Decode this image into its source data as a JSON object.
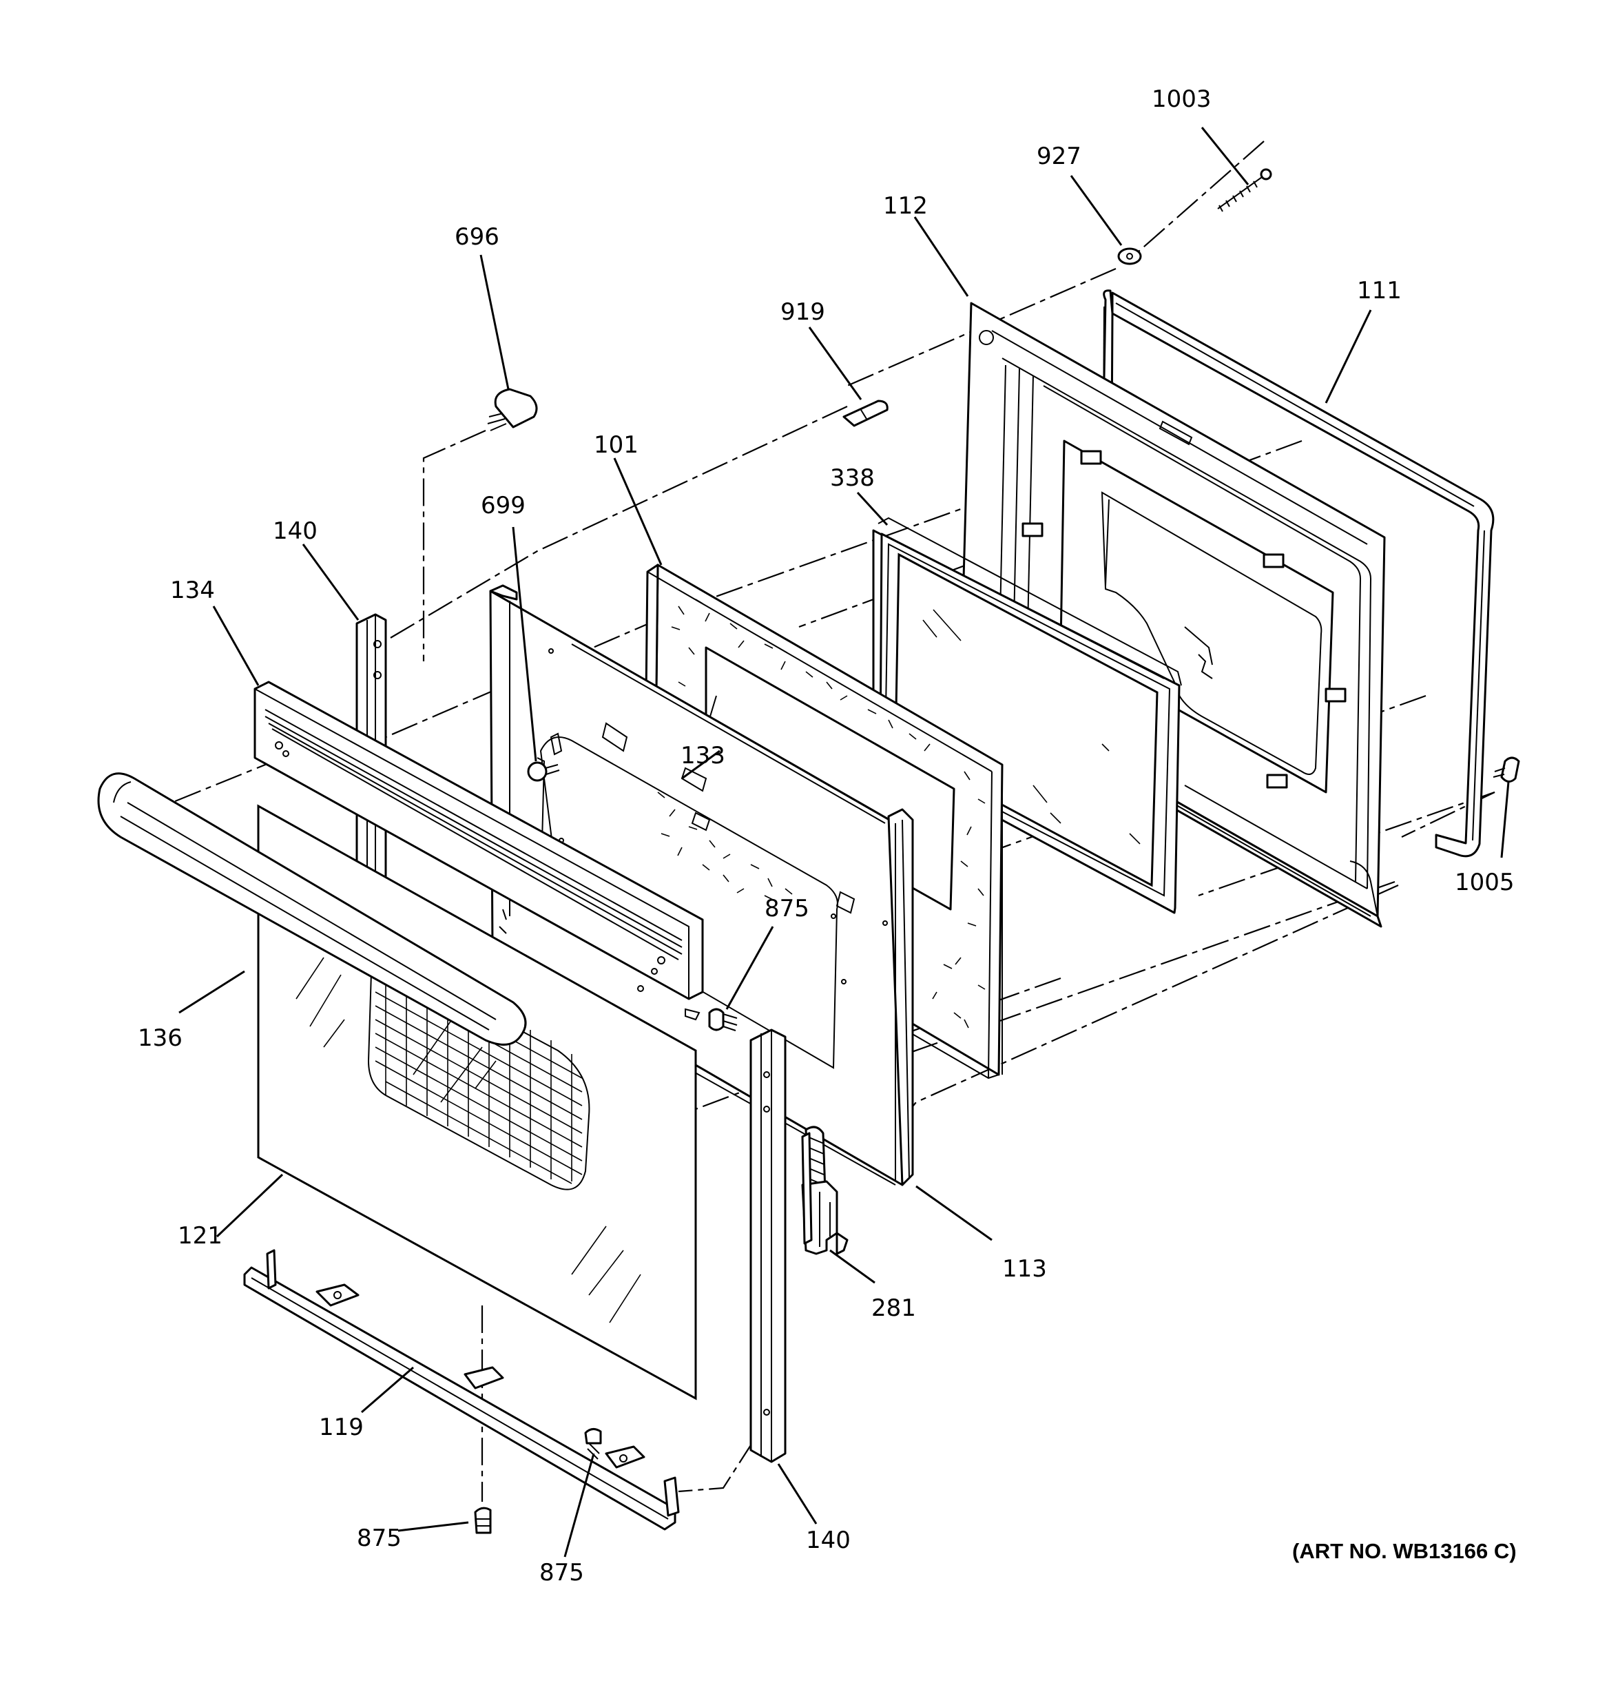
{
  "diagram": {
    "art_number": "(ART NO. WB13166 C)",
    "callouts": {
      "c1003": "1003",
      "c927": "927",
      "c112": "112",
      "c111": "111",
      "c696": "696",
      "c919": "919",
      "c101": "101",
      "c338": "338",
      "c699": "699",
      "c140_top": "140",
      "c134": "134",
      "c133": "133",
      "c875_mid": "875",
      "c1005": "1005",
      "c136": "136",
      "c121": "121",
      "c113": "113",
      "c281": "281",
      "c119": "119",
      "c875_left": "875",
      "c875_bottom": "875",
      "c140_bottom": "140"
    }
  }
}
